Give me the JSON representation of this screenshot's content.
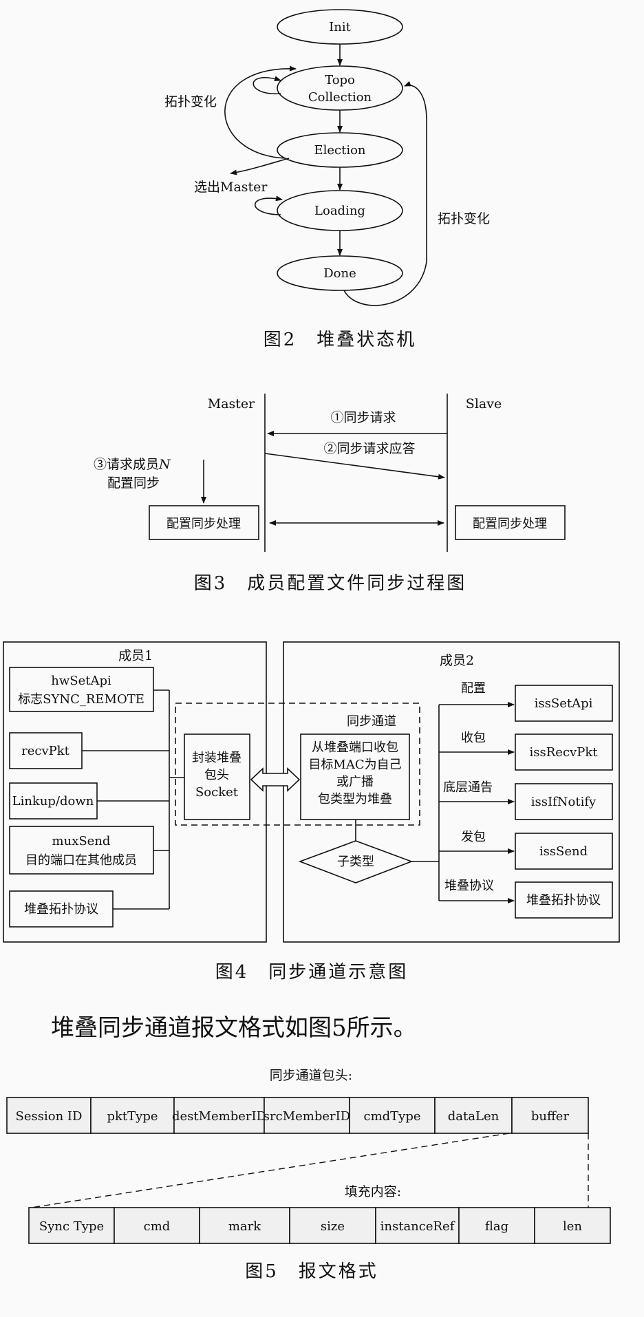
{
  "fig2": {
    "states": [
      "Init",
      "Topo",
      "Collection",
      "Election",
      "Loading",
      "Done"
    ],
    "label_topo_change_left": "拓扑变化",
    "label_select_master": "选出Master",
    "label_topo_change_right": "拓扑变化",
    "caption": "图2　堆叠状态机"
  },
  "fig3": {
    "master": "Master",
    "slave": "Slave",
    "msg1": "①同步请求",
    "msg2": "②同步请求应答",
    "req_line1": "③请求成员",
    "req_n": "N",
    "req_line2": "配置同步",
    "proc_master": "配置同步处理",
    "proc_slave": "配置同步处理",
    "caption": "图3　成员配置文件同步过程图"
  },
  "fig4": {
    "member1": "成员1",
    "member2": "成员2",
    "hwsetapi": "hwSetApi",
    "sync_flag": "标志SYNC_REMOTE",
    "recvpkt": "recvPkt",
    "linkup": "Linkup/down",
    "muxsend": "muxSend",
    "dest_port": "目的端口在其他成员",
    "stack_topo_left": "堆叠拓扑协议",
    "encap_line1": "封装堆叠",
    "encap_line2": "包头",
    "encap_line3": "Socket",
    "sync_channel": "同步通道",
    "recv_line1": "从堆叠端口收包",
    "recv_line2": "目标MAC为自己",
    "recv_line3": "或广播",
    "recv_line4": "包类型为堆叠",
    "subtype": "子类型",
    "lbl_config": "配置",
    "lbl_recv": "收包",
    "lbl_notify": "底层通告",
    "lbl_send": "发包",
    "lbl_topo": "堆叠协议",
    "iss_setapi": "issSetApi",
    "iss_recvpkt": "issRecvPkt",
    "iss_ifnotify": "issIfNotify",
    "iss_send": "issSend",
    "stack_topo_right": "堆叠拓扑协议",
    "caption": "图4　同步通道示意图"
  },
  "body_text": "堆叠同步通道报文格式如图5所示。",
  "fig5": {
    "header_title": "同步通道包头:",
    "header_fields": [
      "Session ID",
      "pktType",
      "destMemberID",
      "srcMemberID",
      "cmdType",
      "dataLen",
      "buffer"
    ],
    "fill_title": "填充内容:",
    "fill_fields": [
      "Sync Type",
      "cmd",
      "mark",
      "size",
      "instanceRef",
      "flag",
      "len"
    ],
    "caption": "图5　报文格式"
  }
}
